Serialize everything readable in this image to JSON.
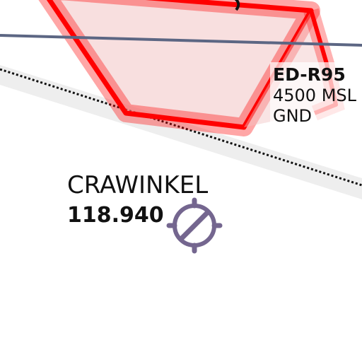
{
  "airspace": {
    "name": "ED-R95",
    "upper_limit": "4500 MSL",
    "lower_limit": "GND",
    "color": "#ff0000",
    "fill_color": "#f2c4c4"
  },
  "navaid": {
    "name": "CRAWINKEL",
    "frequency": "118.940",
    "color": "#74668f"
  },
  "airway_color": "#5c6683",
  "boundary_color": "#111111",
  "road_color": "#eeeeee"
}
